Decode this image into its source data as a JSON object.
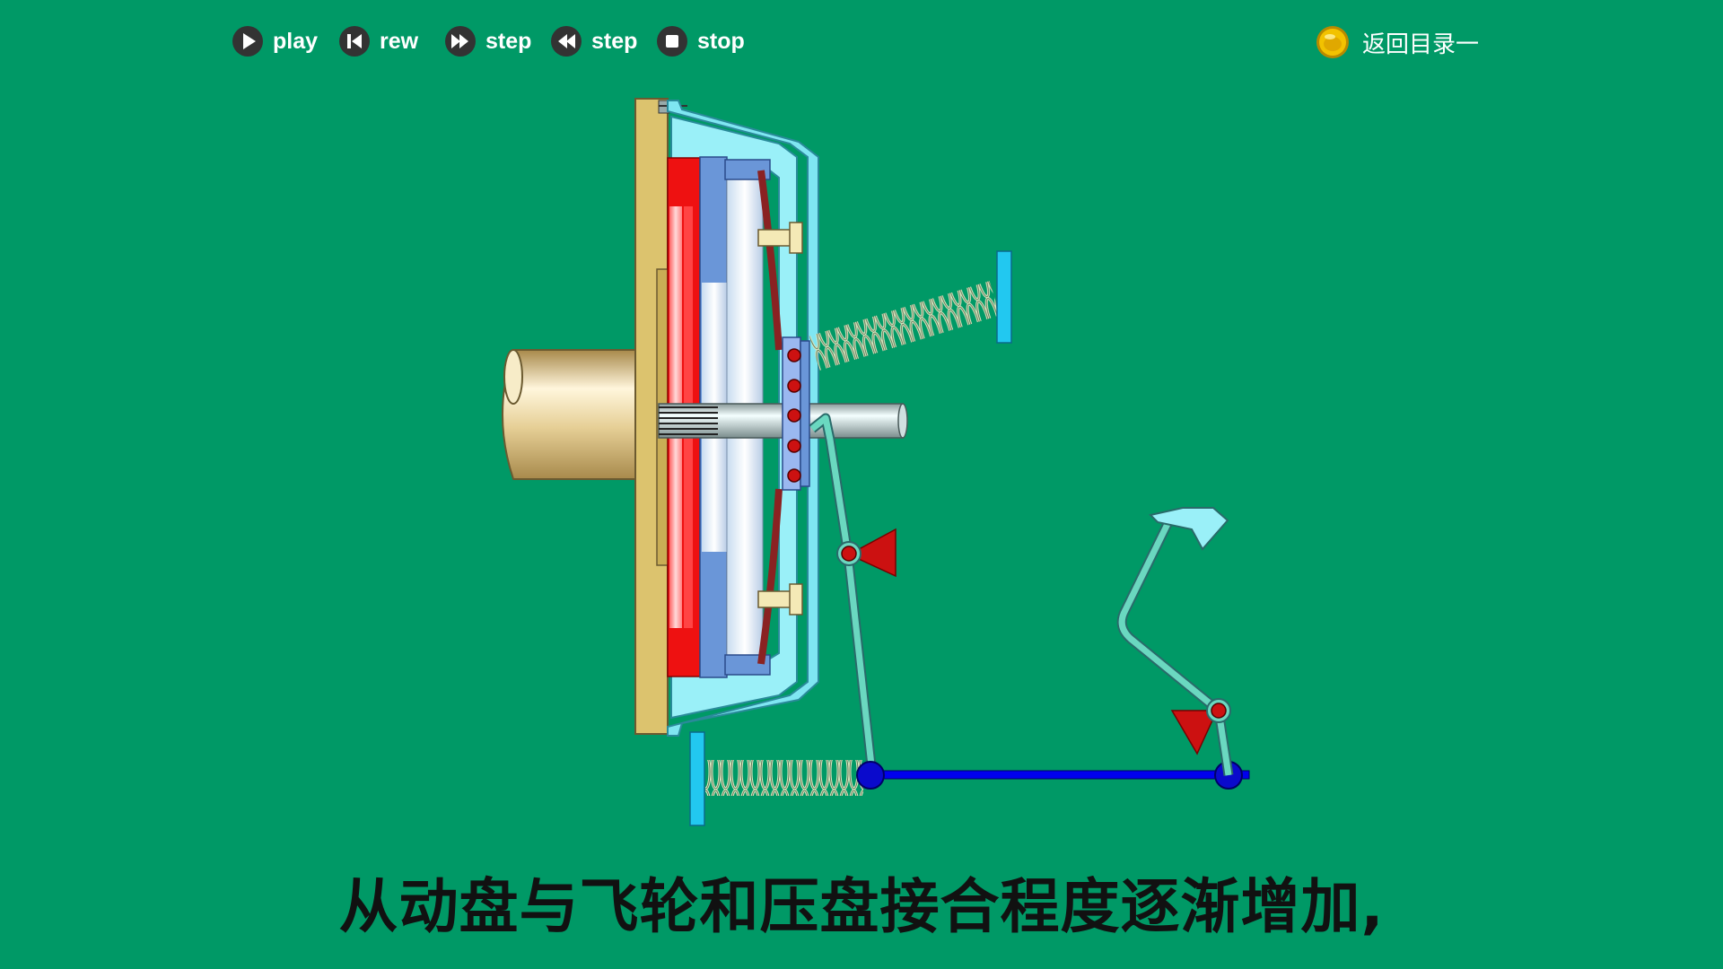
{
  "colors": {
    "background": "#009966",
    "button_icon": "#333333",
    "menu_icon": "#f2c200",
    "caption_text": "#111111"
  },
  "controls": {
    "play": {
      "label": "play",
      "icon": "play-icon"
    },
    "rewind": {
      "label": "rew",
      "icon": "rewind-to-start-icon"
    },
    "step_forward": {
      "label": "step",
      "icon": "fast-forward-icon"
    },
    "step_back": {
      "label": "step",
      "icon": "fast-rewind-icon"
    },
    "stop": {
      "label": "stop",
      "icon": "stop-icon"
    }
  },
  "menu_link": {
    "label": "返回目录一",
    "icon": "yellow-button-icon"
  },
  "caption": "从动盘与飞轮和压盘接合程度逐渐增加,"
}
